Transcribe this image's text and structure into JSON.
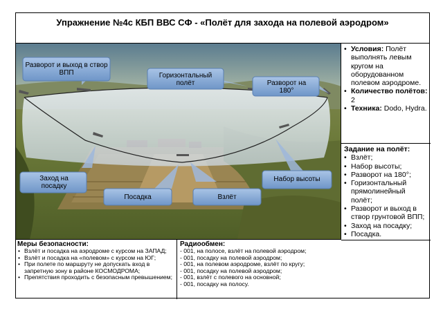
{
  "title": "Упражнение №4с КБП ВВС СФ - «Полёт для захода на полевой аэродром»",
  "diagram": {
    "callouts": {
      "turn_exit": "Разворот и выход в створ ВПП",
      "level_flight": "Горизонтальный полёт",
      "turn_180": "Разворот на 180°",
      "approach": "Заход на посадку",
      "landing": "Посадка",
      "takeoff": "Взлёт",
      "climb": "Набор высоты"
    }
  },
  "conditions": {
    "items": [
      {
        "label": "Условия:",
        "text": " Полёт выполнять левым кругом на оборудованном полевом аэродроме."
      },
      {
        "label": "Количество полётов:",
        "text": " 2"
      },
      {
        "label": "Техника:",
        "text": " Dodo, Hydra."
      }
    ]
  },
  "task": {
    "heading": "Задание на полёт:",
    "items": [
      "Взлёт;",
      "Набор высоты;",
      "Разворот на 180°;",
      "Горизонтальный прямолинейный полёт;",
      "Разворот и выход в створ грунтовой ВПП;",
      "Заход на посадку;",
      "Посадка."
    ]
  },
  "safety": {
    "heading": "Меры безопасности:",
    "items": [
      "Взлёт и посадка на аэродроме с курсом на ЗАПАД;",
      "Взлёт и посадка на «полевом» с курсом на ЮГ;",
      "При полете по маршруту не допускать вход в запретную зону в районе КОСМОДРОМА;",
      "Препятствия проходить с безопасным превышением;"
    ]
  },
  "radio": {
    "heading": "Радиообмен:",
    "lines": [
      "- 001, на полосе, взлёт на полевой аэродром;",
      "- 001, посадку на полевой аэродром;",
      "- 001, на полевом аэродроме, взлёт по кругу;",
      "- 001, посадку на полевой аэродром;",
      "- 001, взлёт с полевого на основной;",
      "- 001, посадку на полосу."
    ]
  }
}
